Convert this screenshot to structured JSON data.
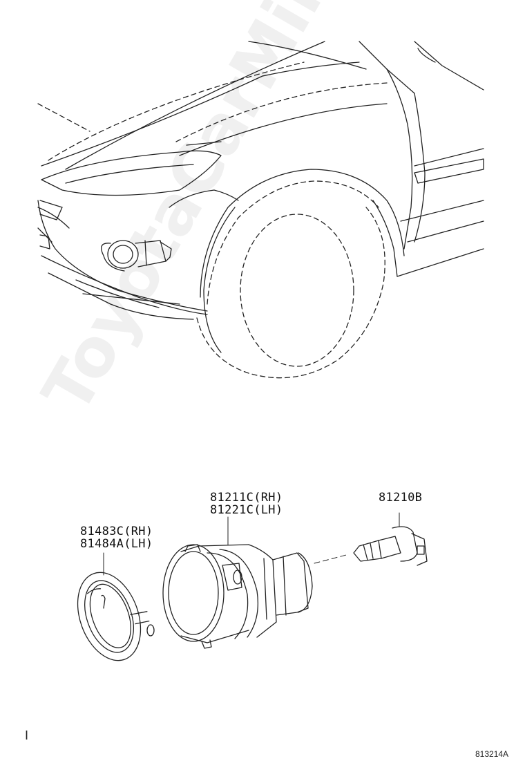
{
  "watermark": "ToyotaCarMine.ru",
  "callouts": {
    "retainer": {
      "rh": "81483C(RH)",
      "lh": "81484A(LH)"
    },
    "fog_lamp": {
      "rh": "81211C(RH)",
      "lh": "81221C(LH)"
    },
    "bulb": {
      "part": "81210B"
    }
  },
  "footer": {
    "left_mark": "I",
    "drawing_code": "813214A"
  }
}
